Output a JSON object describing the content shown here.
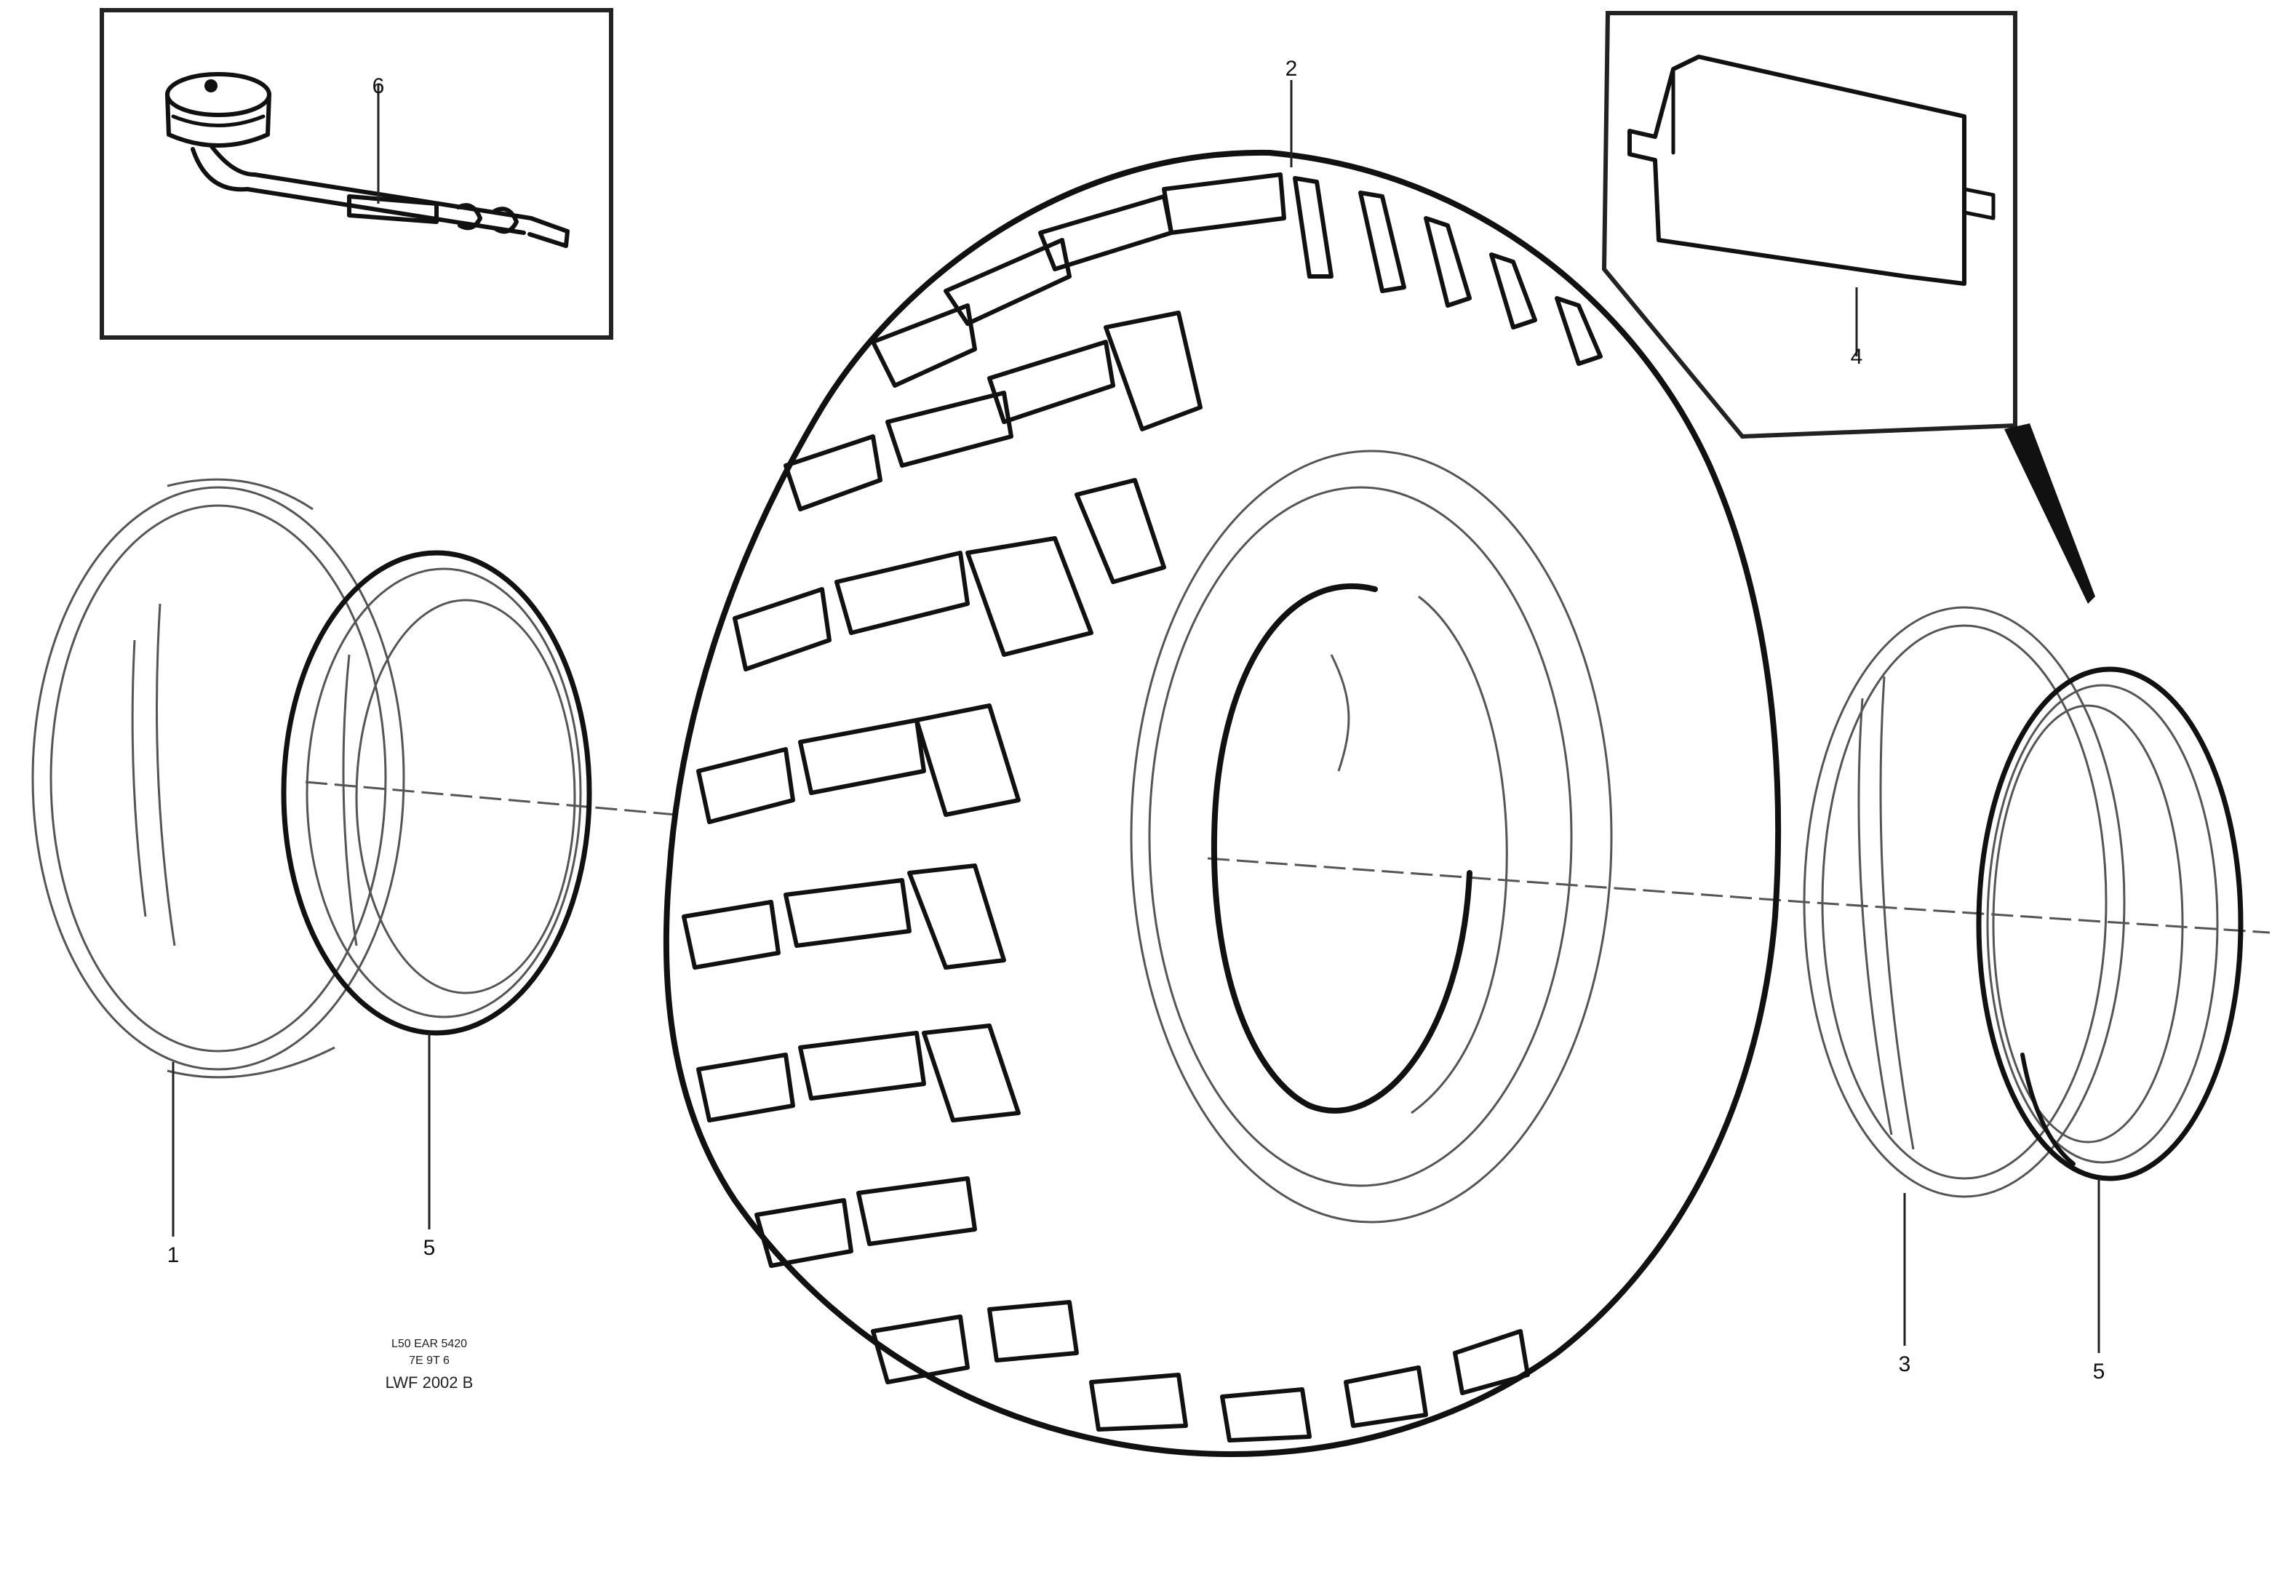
{
  "figure": {
    "callouts": {
      "rim_left": "1",
      "ring_left": "5",
      "tyre": "2",
      "valve": "6",
      "label_plate": "4",
      "rim_right": "3",
      "ring_right": "5"
    },
    "reference": {
      "line1": "L50 EAR 5420",
      "line2": "7E 9T 6",
      "line3": "LWF 2002 B"
    }
  }
}
